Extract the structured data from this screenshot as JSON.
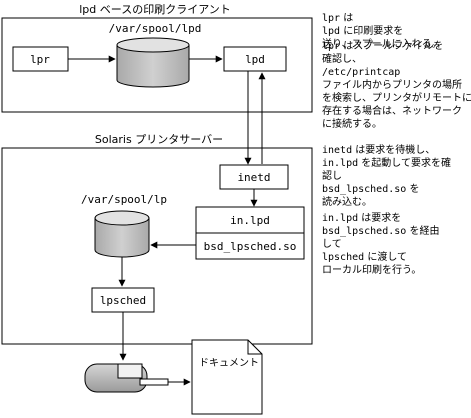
{
  "client": {
    "title": "lpd ベースの印刷クライアント",
    "lpr_box": "lpr",
    "spool_dir": "/var/spool/lpd",
    "lpd_box": "lpd"
  },
  "server": {
    "title": "Solaris プリンタサーバー",
    "inetd_box": "inetd",
    "spool_dir": "/var/spool/lp",
    "in_lpd_box": "in.lpd",
    "bsd_box": "bsd_lpsched.so",
    "lpsched_box": "lpsched"
  },
  "document_label": "ドキュメント",
  "notes": {
    "note1": [
      {
        "mono": "lpr",
        "text": " は "
      },
      {
        "mono": "lpd",
        "text": " に印刷要求を"
      },
      {
        "mono": "",
        "text": "送り、スプールに入れる。"
      }
    ],
    "note2": [
      {
        "mono": "lpr",
        "text": " はスプールファイルを"
      },
      {
        "mono": "",
        "text": "確認し、"
      },
      {
        "mono": "/etc/printcap",
        "text": ""
      },
      {
        "mono": "",
        "text": "ファイル内からプリンタの場所"
      },
      {
        "mono": "",
        "text": "を検索し、プリンタがリモートに"
      },
      {
        "mono": "",
        "text": "存在する場合は、ネットワーク"
      },
      {
        "mono": "",
        "text": "に接続する。"
      }
    ],
    "note3": [
      {
        "mono": "inetd",
        "text": " は要求を待機し、"
      },
      {
        "mono": "in.lpd",
        "text": " を起動して要求を確"
      },
      {
        "mono": "",
        "text": "認し "
      },
      {
        "mono": "bsd_lpsched.so",
        "text": " を"
      },
      {
        "mono": "",
        "text": "読み込む。"
      }
    ],
    "note4": [
      {
        "mono": "in.lpd",
        "text": " は要求を"
      },
      {
        "mono": "bsd_lpsched.so",
        "text": " を経由"
      },
      {
        "mono": "",
        "text": "して "
      },
      {
        "mono": "lpsched",
        "text": " に渡して"
      },
      {
        "mono": "",
        "text": "ローカル印刷を行う。"
      }
    ]
  }
}
